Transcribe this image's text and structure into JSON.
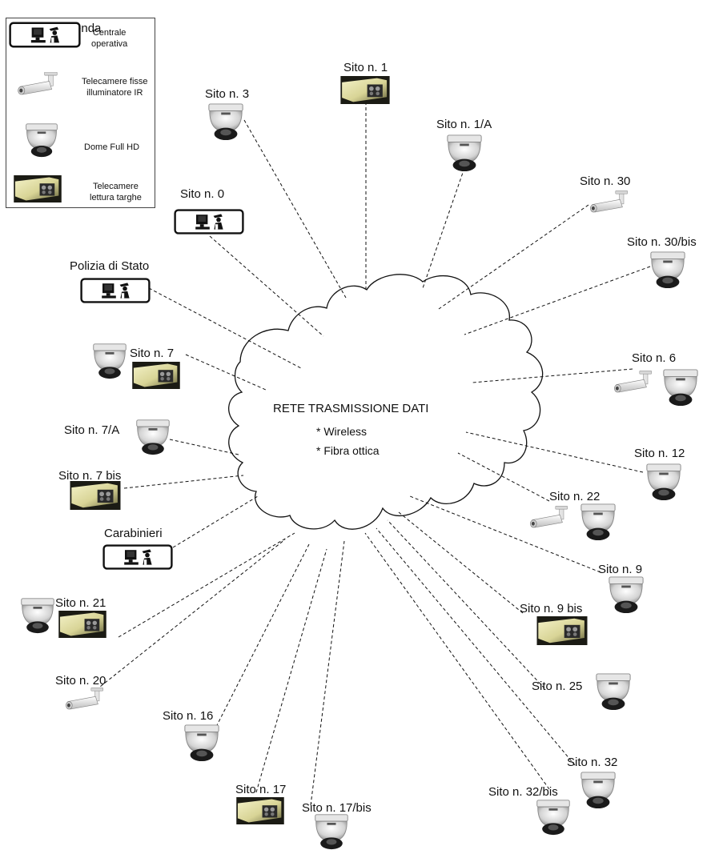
{
  "legend": {
    "title": "Legenda",
    "items": [
      {
        "icon": "operator-station-icon",
        "line1": "Centrale",
        "line2": "operativa"
      },
      {
        "icon": "ir-fixed-camera-icon",
        "line1": "Telecamere fisse",
        "line2": "illuminatore IR"
      },
      {
        "icon": "dome-camera-icon",
        "line1": "Dome Full HD",
        "line2": ""
      },
      {
        "icon": "plate-reader-camera-icon",
        "line1": "Telecamere",
        "line2": "lettura targhe"
      }
    ]
  },
  "cloud": {
    "title": "RETE TRASMISSIONE DATI",
    "bullets": [
      "* Wireless",
      "* Fibra ottica"
    ]
  },
  "sites": [
    {
      "id": "s1",
      "label": "Sito n. 1",
      "devices": [
        "plate-reader-camera-icon"
      ]
    },
    {
      "id": "s3",
      "label": "Sito n. 3",
      "devices": [
        "dome-camera-icon"
      ]
    },
    {
      "id": "s1a",
      "label": "Sito n. 1/A",
      "devices": [
        "dome-camera-icon"
      ]
    },
    {
      "id": "s0",
      "label": "Sito n. 0",
      "devices": [
        "operator-station-icon"
      ]
    },
    {
      "id": "s30",
      "label": "Sito n. 30",
      "devices": [
        "ir-fixed-camera-icon"
      ]
    },
    {
      "id": "s30b",
      "label": "Sito n. 30/bis",
      "devices": [
        "dome-camera-icon"
      ]
    },
    {
      "id": "polizia",
      "label": "Polizia di Stato",
      "devices": [
        "operator-station-icon"
      ]
    },
    {
      "id": "s7",
      "label": "Sito n. 7",
      "devices": [
        "dome-camera-icon",
        "plate-reader-camera-icon"
      ]
    },
    {
      "id": "s6",
      "label": "Sito n. 6",
      "devices": [
        "ir-fixed-camera-icon",
        "dome-camera-icon"
      ]
    },
    {
      "id": "s7a",
      "label": "Sito n. 7/A",
      "devices": [
        "dome-camera-icon"
      ]
    },
    {
      "id": "s12",
      "label": "Sito n. 12",
      "devices": [
        "dome-camera-icon"
      ]
    },
    {
      "id": "s7b",
      "label": "Sito n. 7 bis",
      "devices": [
        "plate-reader-camera-icon"
      ]
    },
    {
      "id": "s22",
      "label": "Sito n. 22",
      "devices": [
        "ir-fixed-camera-icon",
        "dome-camera-icon"
      ]
    },
    {
      "id": "cc",
      "label": "Carabinieri",
      "devices": [
        "operator-station-icon"
      ]
    },
    {
      "id": "s9",
      "label": "Sito n. 9",
      "devices": [
        "dome-camera-icon"
      ]
    },
    {
      "id": "s21",
      "label": "Sito n. 21",
      "devices": [
        "dome-camera-icon",
        "plate-reader-camera-icon"
      ]
    },
    {
      "id": "s9b",
      "label": "Sito n. 9 bis",
      "devices": [
        "plate-reader-camera-icon"
      ]
    },
    {
      "id": "s20",
      "label": "Sito n. 20",
      "devices": [
        "ir-fixed-camera-icon"
      ]
    },
    {
      "id": "s25",
      "label": "Sito n. 25",
      "devices": [
        "dome-camera-icon"
      ]
    },
    {
      "id": "s16",
      "label": "Sito n. 16",
      "devices": [
        "dome-camera-icon"
      ]
    },
    {
      "id": "s32",
      "label": "Sito n. 32",
      "devices": [
        "dome-camera-icon"
      ]
    },
    {
      "id": "s17",
      "label": "Sito n. 17",
      "devices": [
        "plate-reader-camera-icon"
      ]
    },
    {
      "id": "s17b",
      "label": "Sito n. 17/bis",
      "devices": [
        "dome-camera-icon"
      ]
    },
    {
      "id": "s32b",
      "label": "Sito n. 32/bis",
      "devices": [
        "dome-camera-icon"
      ]
    }
  ]
}
